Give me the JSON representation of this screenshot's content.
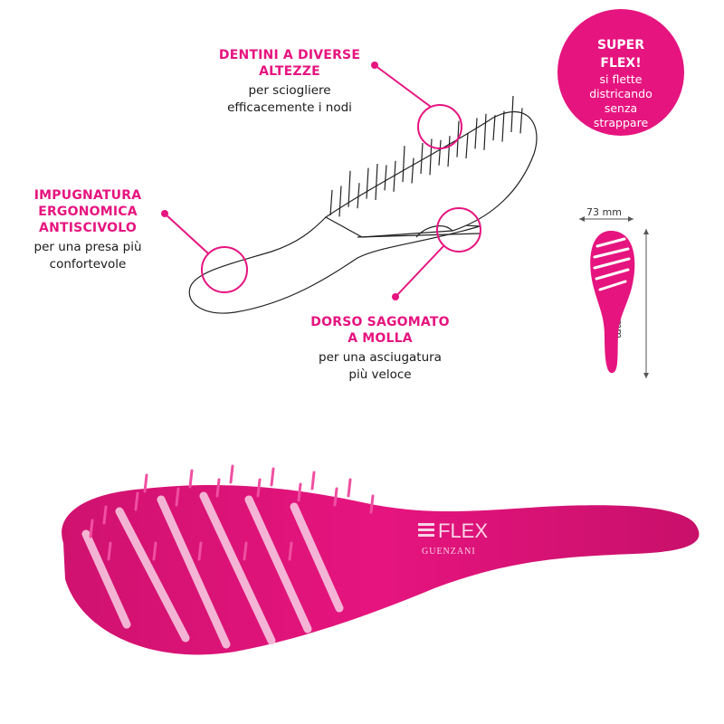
{
  "colors": {
    "accent": "#e6147f",
    "text": "#1a1a1a",
    "background": "#ffffff"
  },
  "callouts": {
    "teeth": {
      "title_1": "DENTINI A DIVERSE",
      "title_2": "ALTEZZE",
      "desc_1": "per sciogliere",
      "desc_2": "efficacemente i nodi"
    },
    "handle": {
      "title_1": "IMPUGNATURA",
      "title_2": "ERGONOMICA",
      "title_3": "ANTISCIVOLO",
      "desc_1": "per una presa più",
      "desc_2": "confortevole"
    },
    "back": {
      "title_1": "DORSO SAGOMATO",
      "title_2": "A MOLLA",
      "desc_1": "per una asciugatura",
      "desc_2": "più veloce"
    }
  },
  "badge": {
    "line_1": "SUPER",
    "line_2": "FLEX!",
    "line_3": "si flette",
    "line_4": "districando",
    "line_5": "senza",
    "line_6": "strappare"
  },
  "dimensions": {
    "width": "73 mm",
    "height": "238 mm"
  },
  "brand": {
    "name": "FLEX",
    "maker": "GUENZANI"
  }
}
